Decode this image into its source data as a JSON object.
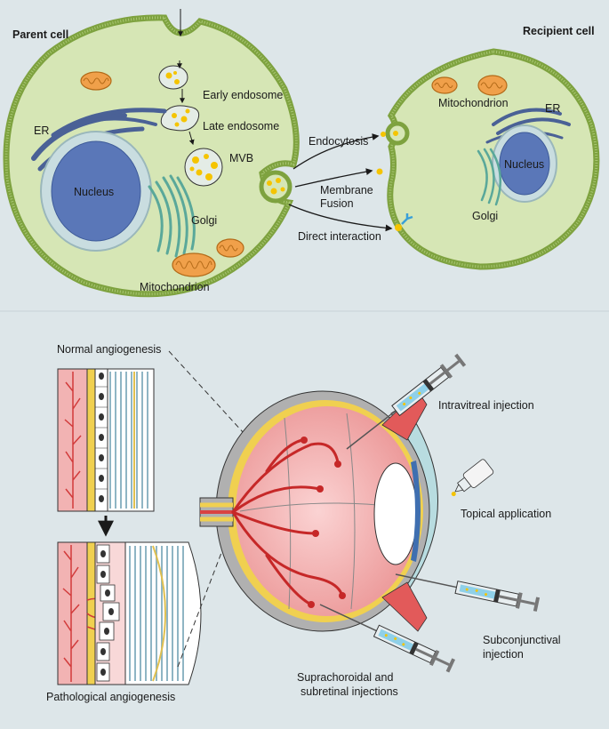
{
  "cell_labels": {
    "parent_cell": "Parent cell",
    "recipient_cell": "Recipient cell"
  },
  "organelles_parent": {
    "early_endosome": "Early endosome",
    "late_endosome": "Late endosome",
    "mvb": "MVB",
    "er": "ER",
    "nucleus": "Nucleus",
    "golgi": "Golgi",
    "mitochondrion": "Mitochondrion"
  },
  "organelles_recipient": {
    "mitochondrion": "Mitochondrion",
    "er": "ER",
    "nucleus": "Nucleus",
    "golgi": "Golgi"
  },
  "uptake_routes": {
    "endocytosis": "Endocytosis",
    "membrane_line1": "Membrane",
    "membrane_line2": "Fusion",
    "direct_interaction": "Direct interaction"
  },
  "angiogenesis": {
    "normal": "Normal angiogenesis",
    "pathological": "Pathological angiogenesis"
  },
  "delivery_routes": {
    "intravitreal": "Intravitreal injection",
    "topical": "Topical application",
    "subconjunctival_line1": "Subconjunctival",
    "subconjunctival_line2": "injection",
    "suprachoroidal_line1": "Suprachoroidal and",
    "suprachoroidal_line2": "subretinal injections"
  },
  "colors": {
    "background": "#dde6e9",
    "cytoplasm": "#d6e6b5",
    "membrane": "#8db04a",
    "nucleus": "#5a77b8",
    "nuclear_envelope": "#c9dde0",
    "er": "#4a6196",
    "golgi": "#5aa89a",
    "mitochondrion": "#f0a04a",
    "vesicle": "#f5c400",
    "retina_red": "#d94343",
    "choroid_yellow": "#f0d050",
    "sclera": "#b0b0b0"
  }
}
